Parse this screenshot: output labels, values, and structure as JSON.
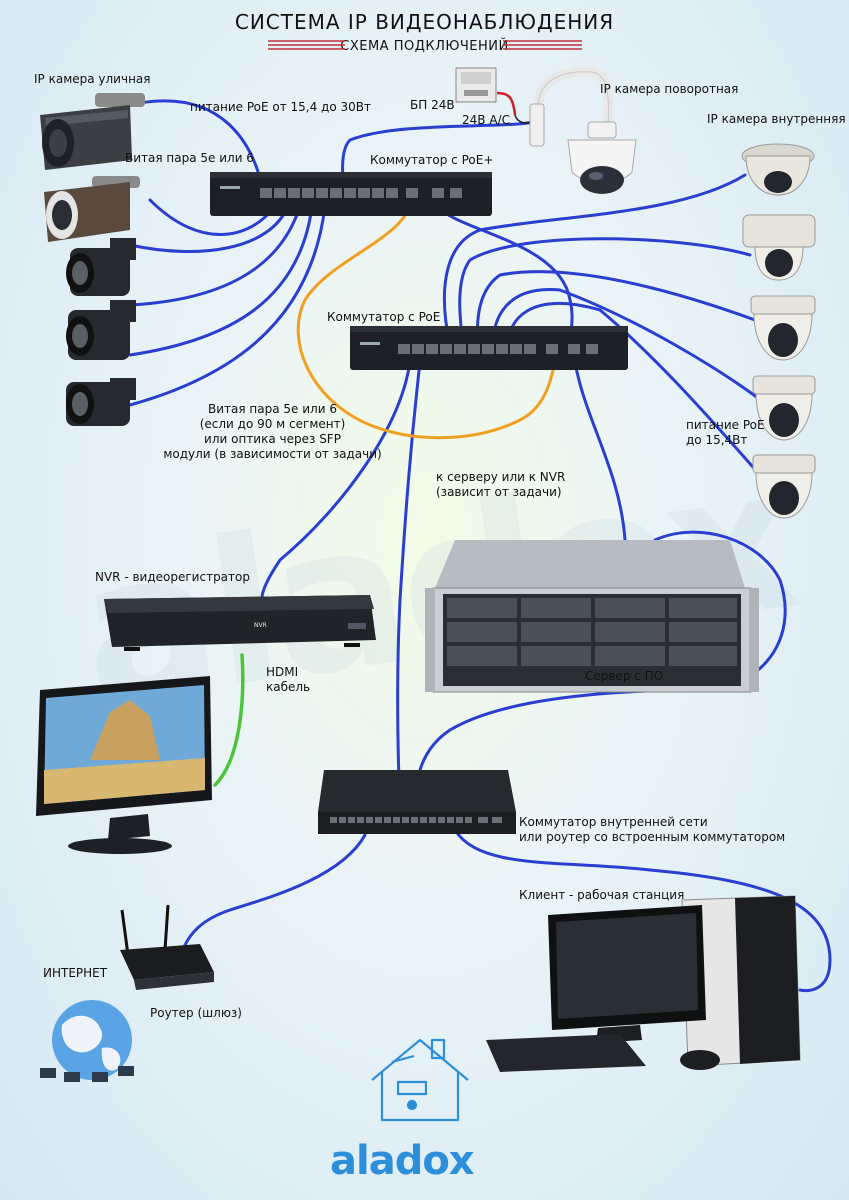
{
  "title": "СИСТЕМА IP ВИДЕОНАБЛЮДЕНИЯ",
  "subtitle": "СХЕМА ПОДКЛЮЧЕНИЙ",
  "labels": {
    "ip_camera_outdoor": "IP камера уличная",
    "poe_power_30w": "питание PoE от 15,4 до 30Вт",
    "psu_24v": "БП 24В",
    "ac_24v": "24В A/C",
    "ip_camera_ptz": "IP камера поворотная",
    "ip_camera_indoor": "IP камера внутренняя",
    "twisted_pair": "Витая пара 5е или 6",
    "switch_poe_plus": "Коммутатор с PoE+",
    "switch_poe": "Коммутатор с PoE",
    "uplink_line1": "Витая пара 5е или 6",
    "uplink_line2": "(если до 90 м сегмент)",
    "uplink_line3": "или оптика через SFP",
    "uplink_line4": "модули (в зависимости от задачи)",
    "poe_power_15w_line1": "питание PoE",
    "poe_power_15w_line2": "до 15,4Вт",
    "to_server_line1": "к серверу или к NVR",
    "to_server_line2": "(зависит от задачи)",
    "nvr": "NVR - видеорегистратор",
    "hdmi_line1": "HDMI",
    "hdmi_line2": "кабель",
    "server": "Сервер с ПО",
    "lan_switch_line1": "Коммутатор внутренней сети",
    "lan_switch_line2": "или роутер со встроенным коммутатором",
    "client": "Клиент - рабочая станция",
    "internet": "ИНТЕРНЕТ",
    "router": "Роутер (шлюз)"
  },
  "device_text": {
    "nvr_panel": "NVR"
  },
  "brand": "aladox",
  "watermark": "aladox",
  "colors": {
    "utp_cable": "#2a3fd0",
    "uplink_cable": "#f0a020",
    "hdmi_cable": "#4cc43a",
    "power_cable": "#d0202a",
    "title_rule": "#c0303a",
    "brand": "#2d8ed9"
  },
  "icons": {
    "ptz": "ptz-camera-icon",
    "bullet": "bullet-camera-icon",
    "dome": "dome-camera-icon",
    "switch": "network-switch-icon",
    "nvr": "nvr-icon",
    "server": "rack-server-icon",
    "monitor": "monitor-icon",
    "router": "wifi-router-icon",
    "globe": "internet-globe-icon",
    "workstation": "workstation-icon",
    "psu": "power-supply-icon",
    "logo": "house-logo-icon"
  }
}
